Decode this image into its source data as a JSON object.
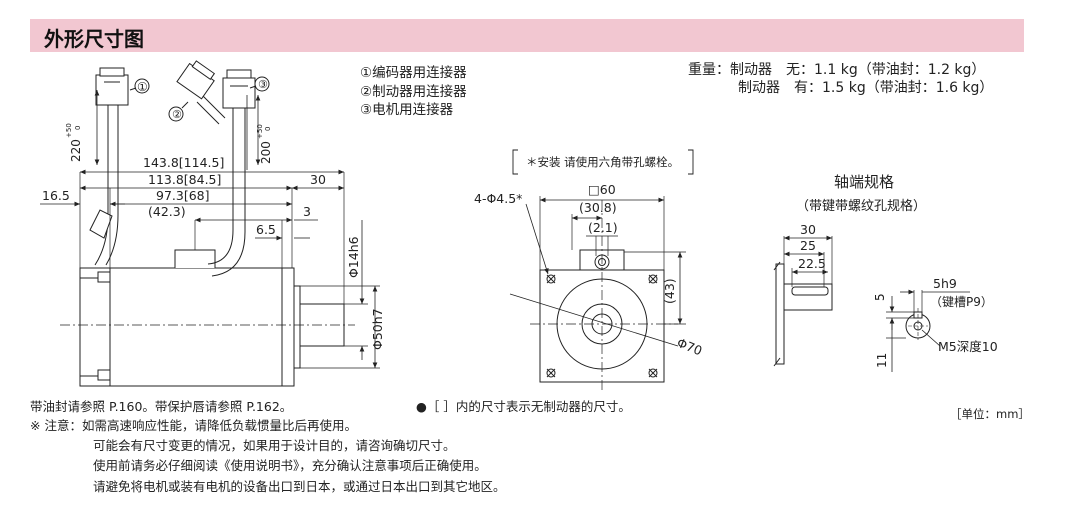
{
  "header": {
    "title": "外形尺寸图"
  },
  "connector_legend": [
    "①编码器用连接器",
    "②制动器用连接器",
    "③电机用连接器"
  ],
  "weight": {
    "label": "重量：",
    "line1": "制动器　无：1.1 kg（带油封：1.2 kg）",
    "line2": "制动器　有：1.5 kg（带油封：1.6 kg）"
  },
  "side_view": {
    "cable1_len": "220",
    "cable1_tol": "+50",
    "cable1_tol0": "0",
    "cable2_len": "200",
    "cable2_tol": "+50",
    "cable2_tol0": "0",
    "dim_total": "143.8[114.5]",
    "dim_body1": "113.8[84.5]",
    "dim_body2": "97.3[68]",
    "dim_conn": "(42.3)",
    "dim_shaft": "30",
    "dim_flange": "16.5",
    "dim_3": "3",
    "dim_65": "6.5",
    "dim_shaft_dia": "Φ14h6",
    "dim_spigot_dia": "Φ50h7",
    "circle1": "①",
    "circle2": "②",
    "circle3": "③"
  },
  "front_view": {
    "install_note": "＊安装 请使用六角带孔螺栓。",
    "hole_label": "4-Φ4.5*",
    "square": "□60",
    "dim_308": "(30.8)",
    "dim_21": "(2.1)",
    "dim_43": "(43)",
    "dim_pcd": "Φ70"
  },
  "shaft_spec": {
    "title": "轴端规格",
    "subtitle": "（带键带螺纹孔规格）",
    "dim_30": "30",
    "dim_25": "25",
    "dim_225": "22.5",
    "dim_key": "5h9",
    "dim_5": "5",
    "keyway": "（键槽P9）",
    "thread": "M5深度10",
    "dim_11": "11"
  },
  "footer": {
    "oil_seal_ref": "带油封请参照 P.160。带保护唇请参照 P.162。",
    "bracket_note": "●［ ］内的尺寸表示无制动器的尺寸。",
    "unit": "［单位：mm］",
    "caution_lines": [
      "※ 注意：如需高速响应性能，请降低负载惯量比后再使用。",
      "可能会有尺寸变更的情况，如果用于设计目的，请咨询确切尺寸。",
      "使用前请务必仔细阅读《使用说明书》，充分确认注意事项后正确使用。",
      "请避免将电机或装有电机的设备出口到日本，或通过日本出口到其它地区。"
    ]
  }
}
